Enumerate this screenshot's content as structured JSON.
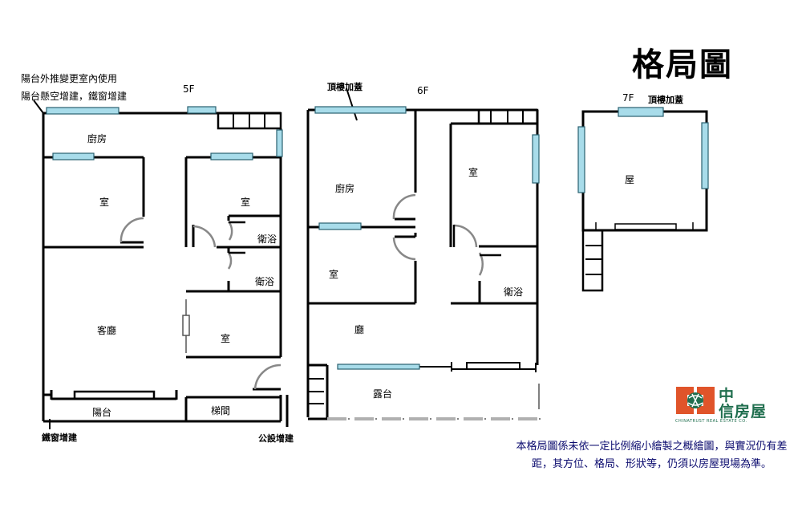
{
  "title": "格局圖",
  "colors": {
    "wall": "#000000",
    "window_fill": "#a8dcea",
    "window_border": "#2a6070",
    "door_arc": "#808080",
    "terrace_dash": "#b0b0b0",
    "logo_orange": "#e0542a",
    "logo_green": "#1f6e4e",
    "disclaimer": "#0a0a6e"
  },
  "annotations": {
    "balcony_note_1": "陽台外推變更室內使用",
    "balcony_note_2": "陽台懸空增建，鐵窗增建",
    "iron_window": "鐵窗增建",
    "public_addition": "公設增建",
    "rooftop_6f": "頂樓加蓋",
    "rooftop_7f": "頂樓加蓋"
  },
  "floors": [
    {
      "id": "5F",
      "label": "5F",
      "rooms": [
        {
          "name": "廚房"
        },
        {
          "name": "室"
        },
        {
          "name": "室"
        },
        {
          "name": "衛浴"
        },
        {
          "name": "衛浴"
        },
        {
          "name": "客廳"
        },
        {
          "name": "室"
        },
        {
          "name": "陽台"
        },
        {
          "name": "梯間"
        }
      ]
    },
    {
      "id": "6F",
      "label": "6F",
      "rooms": [
        {
          "name": "廚房"
        },
        {
          "name": "室"
        },
        {
          "name": "室"
        },
        {
          "name": "衛浴"
        },
        {
          "name": "廳"
        },
        {
          "name": "露台"
        }
      ]
    },
    {
      "id": "7F",
      "label": "7F",
      "rooms": [
        {
          "name": "屋"
        }
      ]
    }
  ],
  "logo": {
    "line1": "中",
    "line2": "信房屋",
    "english": "CHINATRUST REAL ESTATE CO."
  },
  "disclaimer": {
    "line1": "本格局圖係未依一定比例縮小繪製之概繪圖，與實況仍有差",
    "line2": "距，其方位、格局、形狀等，仍須以房屋現場為準。"
  }
}
